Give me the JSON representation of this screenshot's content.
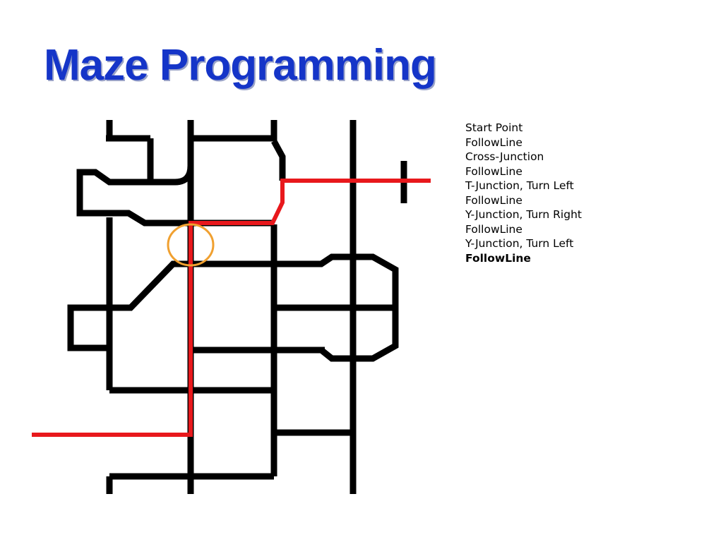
{
  "slide": {
    "title": "Maze Programming"
  },
  "colors": {
    "title": "#1535c8",
    "maze_line": "#000000",
    "route": "#e8181c",
    "highlight": "#f0a030"
  },
  "steps": [
    {
      "label": "Start Point",
      "current": false
    },
    {
      "label": "FollowLine",
      "current": false
    },
    {
      "label": "Cross-Junction",
      "current": false
    },
    {
      "label": "FollowLine",
      "current": false
    },
    {
      "label": "T-Junction, Turn Left",
      "current": false
    },
    {
      "label": "FollowLine",
      "current": false
    },
    {
      "label": "Y-Junction, Turn Right",
      "current": false
    },
    {
      "label": "FollowLine",
      "current": false
    },
    {
      "label": "Y-Junction, Turn Left",
      "current": false
    },
    {
      "label": "FollowLine",
      "current": true
    }
  ]
}
